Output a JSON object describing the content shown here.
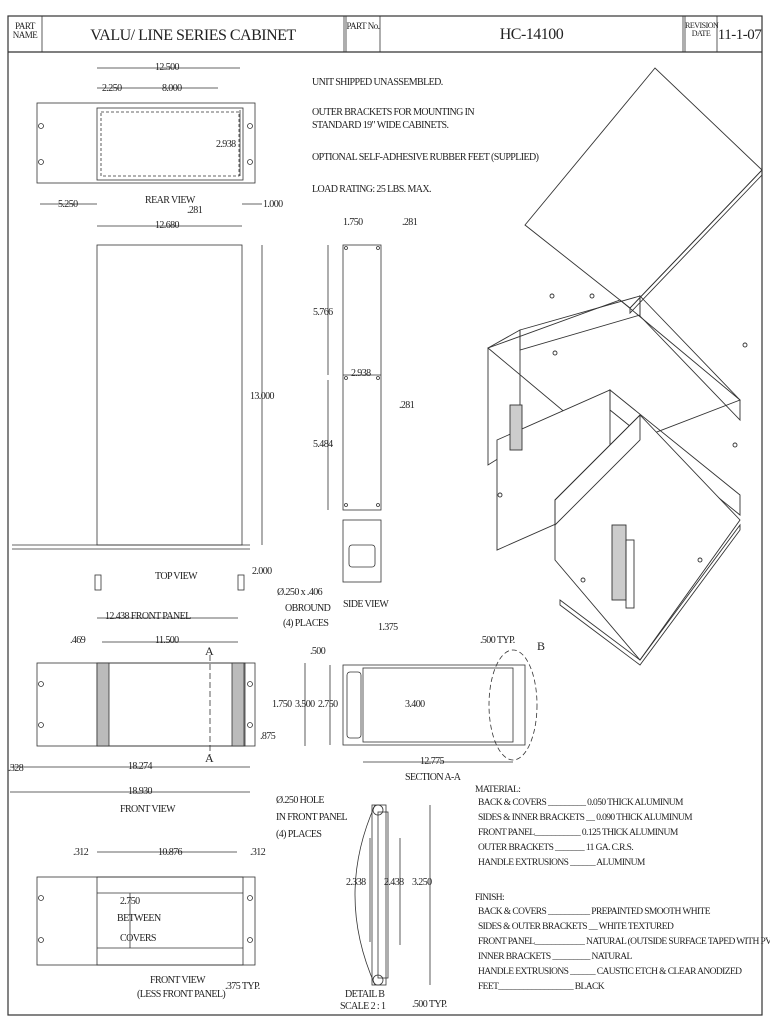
{
  "header": {
    "part_name_label": "PART NAME",
    "part_name": "VALU/ LINE SERIES CABINET",
    "part_no_label": "PART No.",
    "part_no": "HC-14100",
    "revision_label": "REVISION DATE",
    "revision_date": "11-1-07"
  },
  "notes": [
    "UNIT SHIPPED UNASSEMBLED.",
    "OUTER BRACKETS FOR MOUNTING IN",
    "STANDARD 19\" WIDE CABINETS.",
    "OPTIONAL SELF-ADHESIVE RUBBER FEET (SUPPLIED)",
    "LOAD RATING:  25 LBS. MAX."
  ],
  "views": {
    "rear": "REAR VIEW",
    "top": "TOP VIEW",
    "side": "SIDE VIEW",
    "front": "FRONT VIEW",
    "front_less": "FRONT VIEW",
    "front_less2": "(LESS FRONT PANEL)",
    "section": "SECTION A-A",
    "detail": "DETAIL B",
    "detail_scale": "SCALE 2 : 1"
  },
  "dims": {
    "d12500": "12.500",
    "d2250": "2.250",
    "d8000": "8.000",
    "d2938a": "2.938",
    "d5250": "5.250",
    "d281a": ".281",
    "d1000": "1.000",
    "d12680": "12.680",
    "d13000": "13.000",
    "d2000": "2.000",
    "d1750a": "1.750",
    "d281b": ".281",
    "d5766": "5.766",
    "d2938b": "2.938",
    "d281c": ".281",
    "d5484": "5.484",
    "d12438": "12.438 FRONT PANEL",
    "d469": ".469",
    "d11500": "11.500",
    "secA1": "A",
    "secA2": "A",
    "d1750b": "1.750",
    "d3500": "3.500",
    "d875": ".875",
    "d328": ".328",
    "d18274": "18.274",
    "d18930": "18.930",
    "obround1": "Ø.250 x .406",
    "obround2": "OBROUND",
    "obround3": "(4) PLACES",
    "hole1": "Ø.250 HOLE",
    "hole2": "IN FRONT PANEL",
    "hole3": "(4) PLACES",
    "d1375": "1.375",
    "d500a": ".500",
    "d2750a": "2.750",
    "d3400": "3.400",
    "d500typ": ".500 TYP.",
    "detB": "B",
    "d12775": "12.775",
    "d312a": ".312",
    "d10876": "10.876",
    "d312b": ".312",
    "d2750b": "2.750",
    "between": "BETWEEN",
    "covers": "COVERS",
    "d375": ".375 TYP.",
    "d2338": "2.338",
    "d2438": "2.438",
    "d3250": "3.250",
    "d500typ2": ".500 TYP."
  },
  "material": {
    "title": "MATERIAL:",
    "rows": [
      "BACK & COVERS _________ 0.050 THICK ALUMINUM",
      "SIDES & INNER BRACKETS __ 0.090 THICK ALUMINUM",
      "FRONT PANEL___________ 0.125 THICK ALUMINUM",
      "OUTER BRACKETS _______ 11 GA. C.R.S.",
      "HANDLE EXTRUSIONS ______ ALUMINUM"
    ]
  },
  "finish": {
    "title": "FINISH:",
    "rows": [
      "BACK & COVERS __________ PREPAINTED SMOOTH WHITE",
      "SIDES & OUTER BRACKETS __ WHITE TEXTURED",
      "FRONT PANEL____________ NATURAL (OUTSIDE SURFACE TAPED WITH PVC)",
      "INNER BRACKETS _________ NATURAL",
      "HANDLE EXTRUSIONS ______ CAUSTIC ETCH & CLEAR ANODIZED",
      "FEET__________________ BLACK"
    ]
  }
}
